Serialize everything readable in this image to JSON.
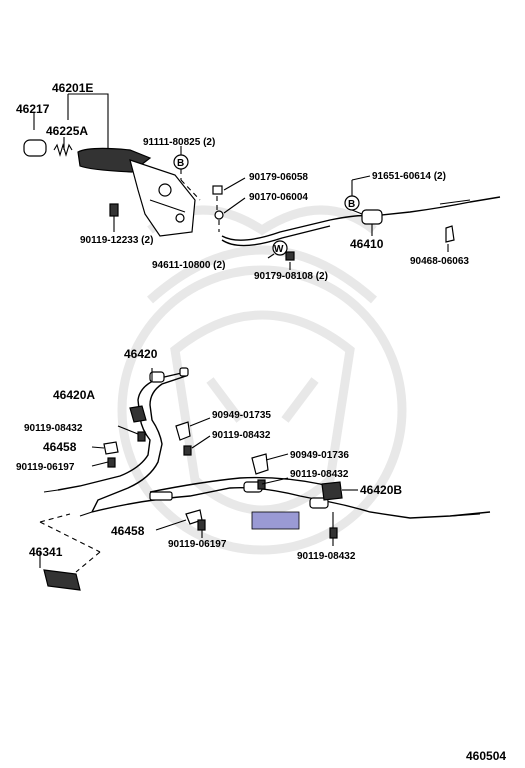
{
  "hand_brake_assembly": {
    "lever_assembly": "46201E",
    "knob": "46217",
    "button_spring": "46225A",
    "bolt_side": "91111-80825 (2)",
    "bolt_side_ref": "B",
    "nut_upper": "90179-06058",
    "washer": "90170-06004",
    "lever_bolt": "90119-12233 (2)"
  },
  "front_cable": {
    "cable": "46410",
    "bolt": "91651-60614 (2)",
    "bolt_ref": "B",
    "clip": "90468-06063",
    "grommet": "94611-10800 (2)",
    "grommet_ref": "W",
    "nut": "90179-08108 (2)"
  },
  "rear_cables": {
    "cable_rh": "46420",
    "bracket_rh": "46420A",
    "bolt_rh_1": "90119-08432",
    "clamp_rh": "46458",
    "bolt_rh_2": "90119-06197",
    "bracket_upper": "90949-01735",
    "bolt_upper": "90119-08432",
    "bracket_lower": "90949-01736",
    "bolt_lower": "90119-08432",
    "cable_lh_bracket": "46420B",
    "clamp_lh": "46458",
    "bolt_lh": "90119-06197",
    "bolt_lh_2": "90119-08432",
    "highlight_color": "#9a9ad4",
    "retainer": "46341"
  },
  "diagram_number": "460504"
}
